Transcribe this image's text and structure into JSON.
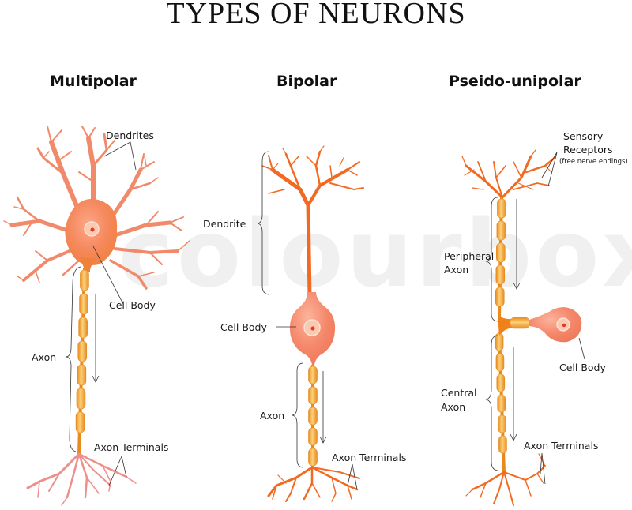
{
  "title": "TYPES OF NEURONS",
  "watermark": "colourbox",
  "colors": {
    "dendrite_multipolar": "#f08a6a",
    "dendrite_orange": "#f26a22",
    "cell_body": "#f5876a",
    "cell_body_highlight": "#fbb39a",
    "nucleus_ring": "#fcd2c0",
    "nucleolus": "#e2372a",
    "myelin": "#f6b24a",
    "myelin_dark": "#ea8a1c",
    "terminal_pink": "#ef8f8a",
    "line": "#333333"
  },
  "neurons": [
    {
      "type": "Multipolar",
      "labels": {
        "dendrites": "Dendrites",
        "cell_body": "Cell Body",
        "axon": "Axon",
        "axon_terminals": "Axon Terminals"
      }
    },
    {
      "type": "Bipolar",
      "labels": {
        "dendrite": "Dendrite",
        "cell_body": "Cell Body",
        "axon": "Axon",
        "axon_terminals": "Axon Terminals"
      }
    },
    {
      "type": "Pseido-unipolar",
      "labels": {
        "sensory_receptors_1": "Sensory",
        "sensory_receptors_2": "Receptors",
        "sensory_receptors_note": "(free nerve endings)",
        "peripheral_axon_1": "Peripheral",
        "peripheral_axon_2": "Axon",
        "cell_body": "Cell Body",
        "central_axon_1": "Central",
        "central_axon_2": "Axon",
        "axon_terminals": "Axon Terminals"
      }
    }
  ]
}
